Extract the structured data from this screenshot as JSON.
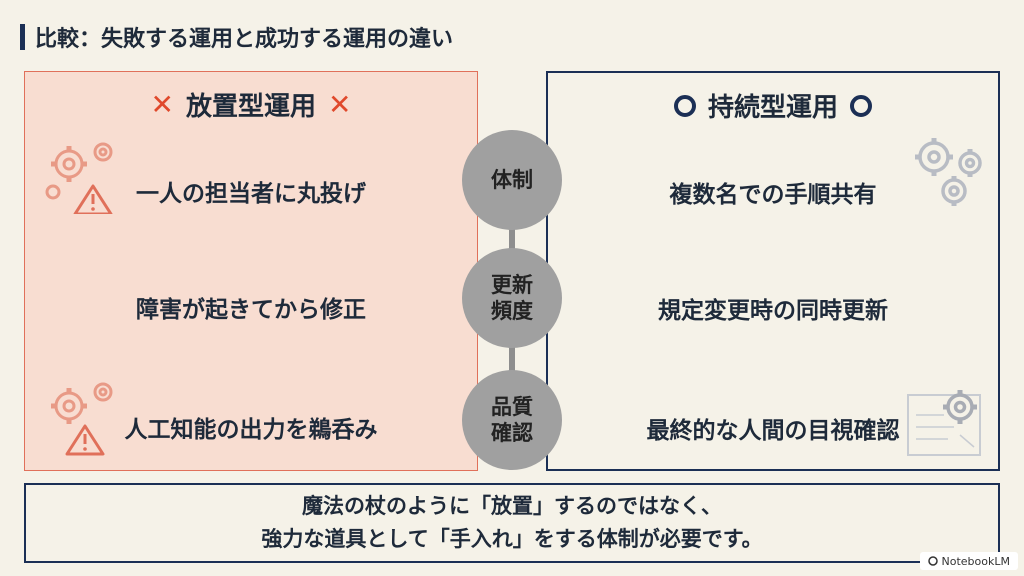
{
  "title": "比較：失敗する運用と成功する運用の違い",
  "left_panel": {
    "heading": "放置型運用",
    "mark": "✕",
    "rows": [
      "一人の担当者に丸投げ",
      "障害が起きてから修正",
      "人工知能の出力を鵜呑み"
    ]
  },
  "right_panel": {
    "heading": "持続型運用",
    "rows": [
      "複数名での手順共有",
      "規定変更時の同時更新",
      "最終的な人間の目視確認"
    ]
  },
  "categories": [
    {
      "line1": "体制",
      "line2": ""
    },
    {
      "line1": "更新",
      "line2": "頻度"
    },
    {
      "line1": "品質",
      "line2": "確認"
    }
  ],
  "bottom": {
    "line1": "魔法の杖のように「放置」するのではなく、",
    "line2": "強力な道具として「手入れ」をする体制が必要です。"
  },
  "badge": {
    "text": "NotebookLM"
  },
  "colors": {
    "accent_red": "#e0492c",
    "navy": "#1b2f55",
    "left_bg": "#f8ddd1",
    "circle": "#a0a0a0"
  }
}
